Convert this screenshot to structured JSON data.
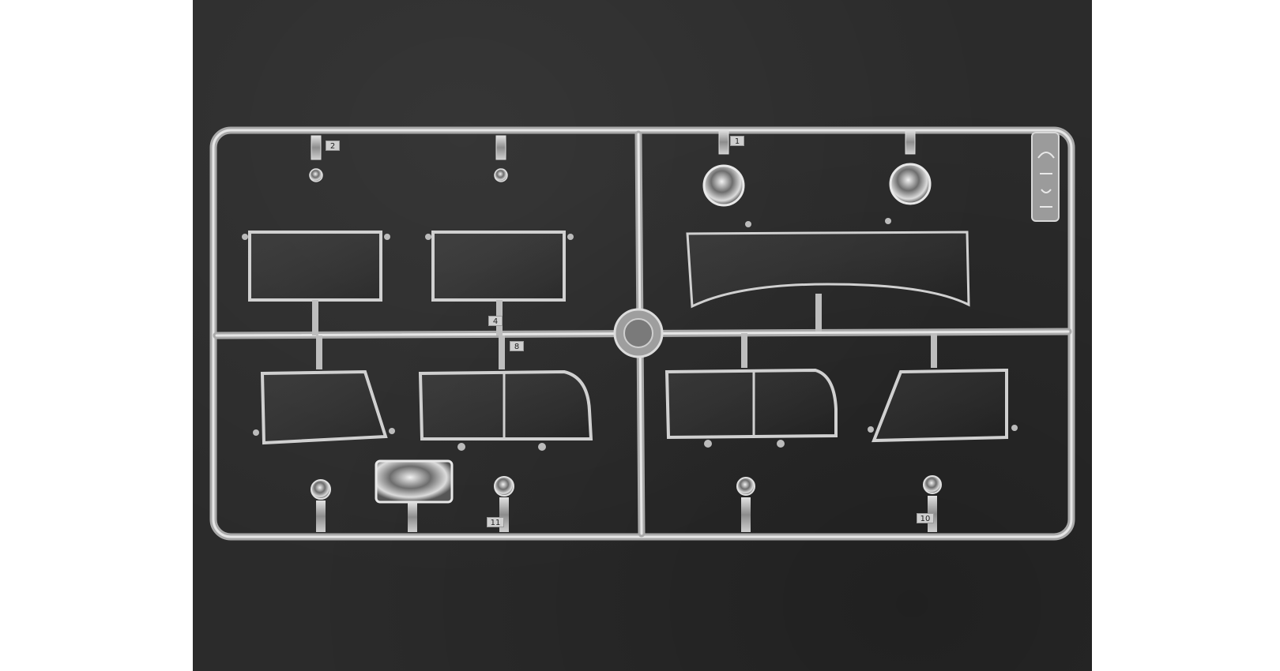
{
  "part_numbers": {
    "p1": "1",
    "p2": "2",
    "p4": "4",
    "p8": "8",
    "p10": "10",
    "p11": "11"
  },
  "colors": {
    "background": "#2b2b2b",
    "sprue": "#b8b8b8",
    "frame": "#d8d8d8"
  }
}
